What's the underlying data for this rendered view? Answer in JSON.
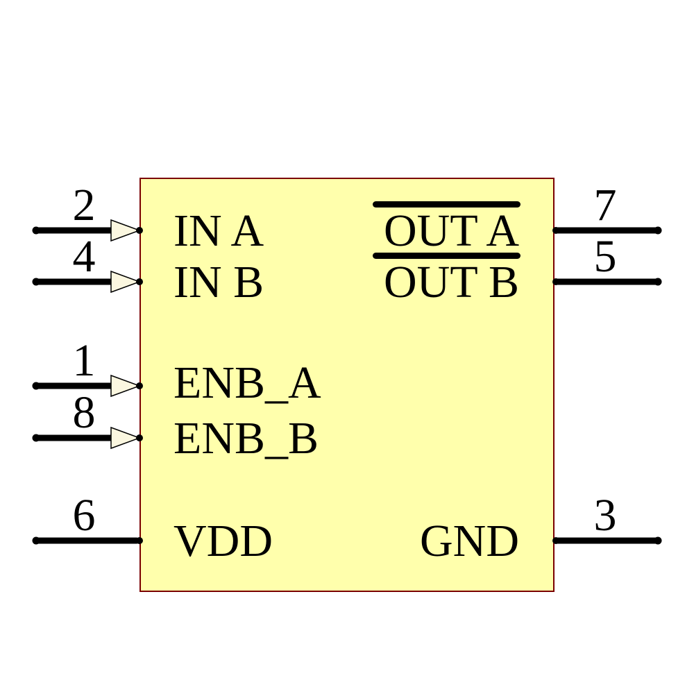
{
  "symbol": {
    "kind": "ic-schematic-symbol",
    "body_fill": "#FFFFAC",
    "body_border_color": "#7A0000",
    "wire_color": "#000000",
    "text_color": "#000000",
    "input_arrow_fill": "#FBF7E0",
    "pins": {
      "left": [
        {
          "number": "2",
          "label": "IN A",
          "input_arrow": true
        },
        {
          "number": "4",
          "label": "IN B",
          "input_arrow": true
        },
        {
          "number": "1",
          "label": "ENB_A",
          "input_arrow": true
        },
        {
          "number": "8",
          "label": "ENB_B",
          "input_arrow": true
        },
        {
          "number": "6",
          "label": "VDD",
          "input_arrow": false
        }
      ],
      "right": [
        {
          "number": "7",
          "label": "OUT A",
          "overline": true
        },
        {
          "number": "5",
          "label": "OUT B",
          "overline": true
        },
        {
          "number": "3",
          "label": "GND",
          "overline": false
        }
      ]
    }
  }
}
